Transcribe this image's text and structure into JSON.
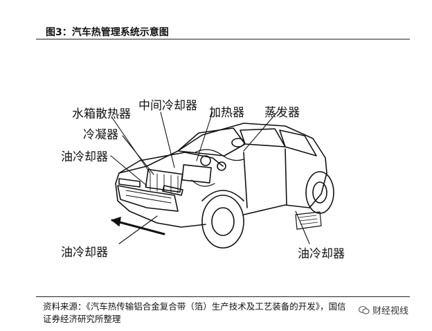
{
  "figure_caption": "图3：汽车热管理系统示意图",
  "labels": {
    "radiator": "水箱散热器",
    "intercooler": "中间冷却器",
    "heater": "加热器",
    "evaporator": "蒸发器",
    "condenser": "冷凝器",
    "oil_cooler_left": "油冷却器",
    "oil_cooler_bottom_left": "油冷却器",
    "oil_cooler_bottom_right": "油冷却器"
  },
  "source": {
    "line1": "资料来源：《汽车热传输铝合金复合带（箔）生产技术及工艺装备的开发》，国信",
    "line2": "证券经济研究所整理"
  },
  "watermark": {
    "text": "财经视线",
    "icon": "wechat-icon"
  }
}
